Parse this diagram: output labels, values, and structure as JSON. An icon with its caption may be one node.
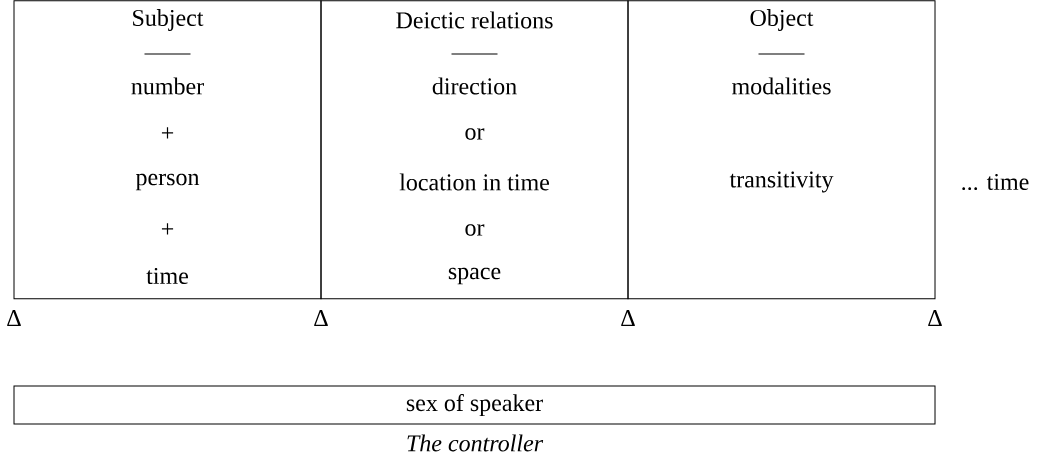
{
  "diagram": {
    "nodes": [
      {
        "text": [
          "Subject",
          "number",
          "+",
          "person",
          "+",
          "time"
        ]
      },
      {
        "text": [
          "Deictic relations",
          "direction",
          "or",
          "location in time",
          "or",
          "space"
        ]
      },
      {
        "text": [
          "Object",
          "modalities",
          "transitivity"
        ]
      },
      {
        "text": [
          "sex of speaker"
        ],
        "beside": [
          "The controller"
        ]
      }
    ],
    "labels": [
      "Δ",
      "Δ",
      "Δ",
      "Δ",
      "... time"
    ]
  }
}
